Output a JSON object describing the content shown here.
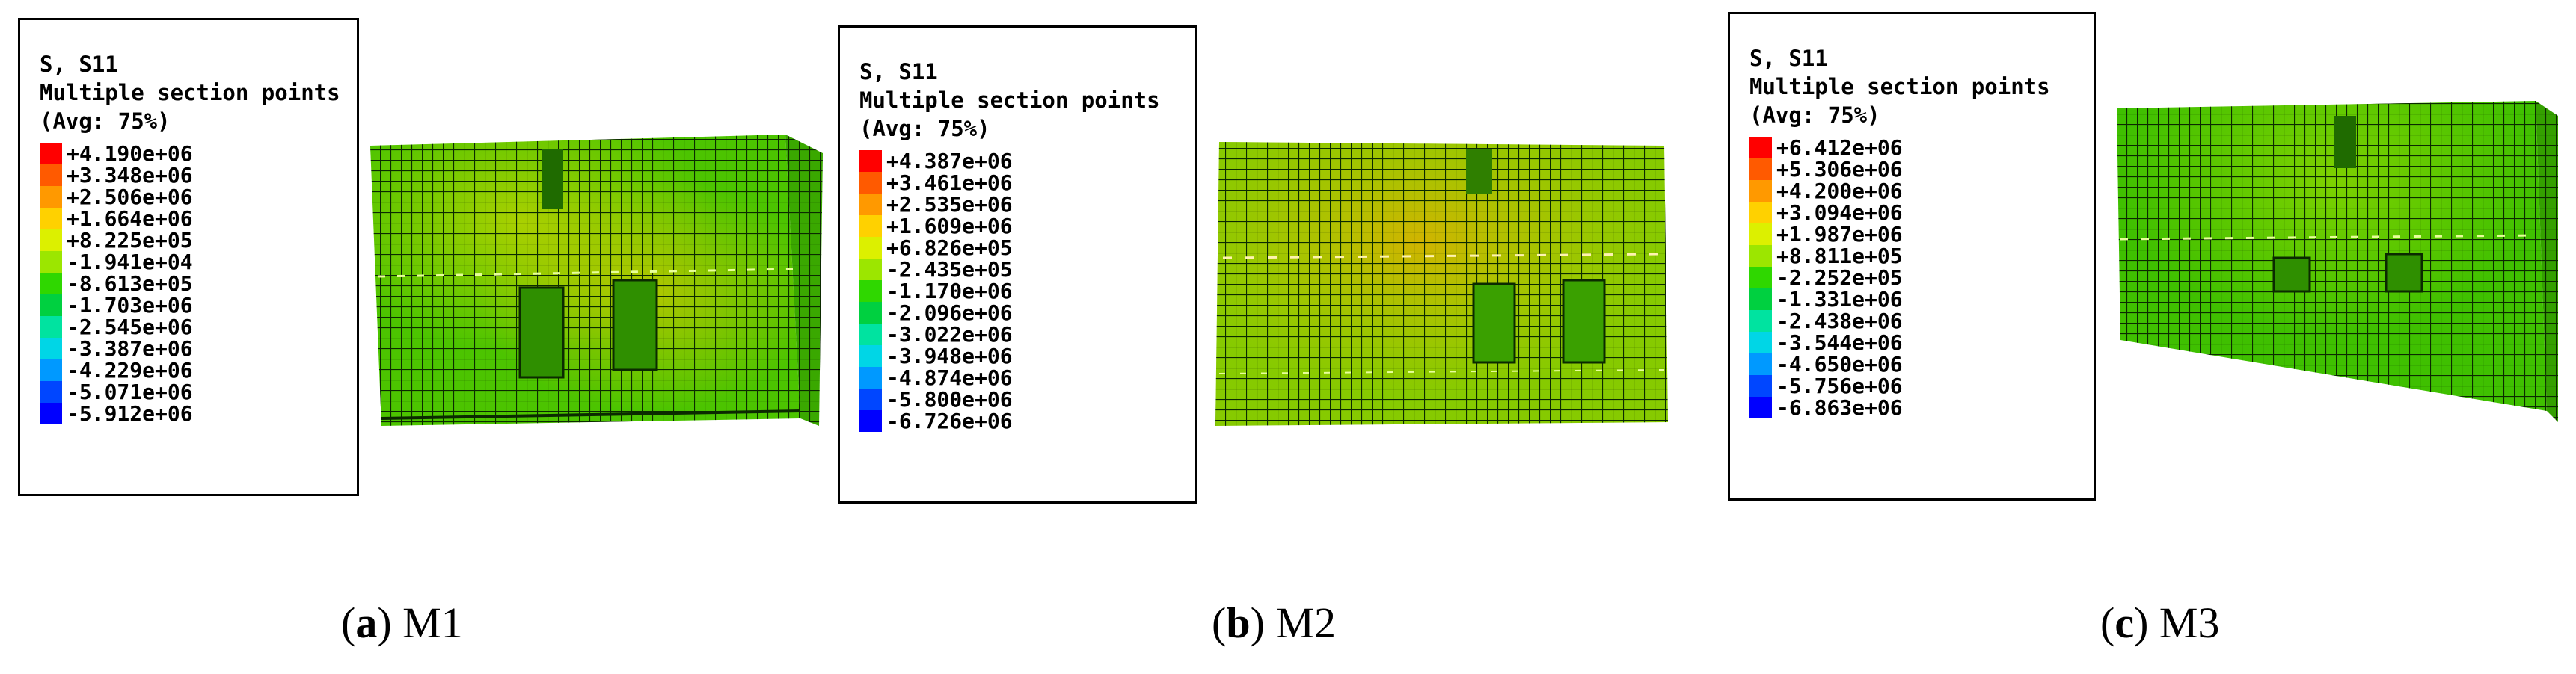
{
  "legend_header": {
    "line1": "S, S11",
    "line2": "Multiple section points",
    "line3": "(Avg: 75%)"
  },
  "legend_colors": [
    "#ff0000",
    "#ff5a00",
    "#ff9900",
    "#ffd100",
    "#dcf000",
    "#9ce600",
    "#2fd700",
    "#00d040",
    "#00e3a0",
    "#00d6e6",
    "#0099ff",
    "#0046ff",
    "#0000ff"
  ],
  "panels": [
    {
      "caption_letter": "a",
      "caption_text": " M1",
      "legend_values": [
        "+4.190e+06",
        "+3.348e+06",
        "+2.506e+06",
        "+1.664e+06",
        "+8.225e+05",
        "-1.941e+04",
        "-8.613e+05",
        "-1.703e+06",
        "-2.545e+06",
        "-3.387e+06",
        "-4.229e+06",
        "-5.071e+06",
        "-5.912e+06"
      ]
    },
    {
      "caption_letter": "b",
      "caption_text": " M2",
      "legend_values": [
        "+4.387e+06",
        "+3.461e+06",
        "+2.535e+06",
        "+1.609e+06",
        "+6.826e+05",
        "-2.435e+05",
        "-1.170e+06",
        "-2.096e+06",
        "-3.022e+06",
        "-3.948e+06",
        "-4.874e+06",
        "-5.800e+06",
        "-6.726e+06"
      ]
    },
    {
      "caption_letter": "c",
      "caption_text": " M3",
      "legend_values": [
        "+6.412e+06",
        "+5.306e+06",
        "+4.200e+06",
        "+3.094e+06",
        "+1.987e+06",
        "+8.811e+05",
        "-2.252e+05",
        "-1.331e+06",
        "-2.438e+06",
        "-3.544e+06",
        "-4.650e+06",
        "-5.756e+06",
        "-6.863e+06"
      ]
    }
  ]
}
